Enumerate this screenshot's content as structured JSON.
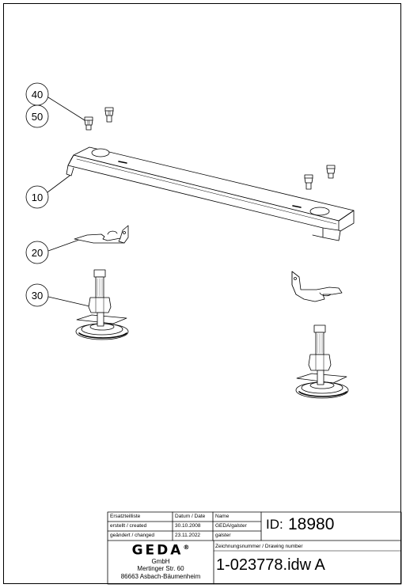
{
  "callouts": [
    {
      "label": "40"
    },
    {
      "label": "50"
    },
    {
      "label": "10"
    },
    {
      "label": "20"
    },
    {
      "label": "30"
    }
  ],
  "title_block": {
    "parts_list": "Ersatzteilliste",
    "date_header": "Datum / Date",
    "name_header": "Name",
    "created_label": "erstellt / created",
    "created_date": "30.10.2008",
    "created_name": "GEDA/galster",
    "changed_label": "geändert / changed",
    "changed_date": "23.11.2022",
    "changed_name": "galster",
    "id_label": "ID:",
    "id_value": "18980",
    "drawing_number_label": "Zeichnungsnummer / Drawing number",
    "drawing_number": "1-023778.idw A",
    "company": {
      "logo": "GEDA",
      "registered": "®",
      "form": "GmbH",
      "street": "Mertinger Str. 60",
      "city": "86663 Asbach-Bäumenheim"
    }
  }
}
